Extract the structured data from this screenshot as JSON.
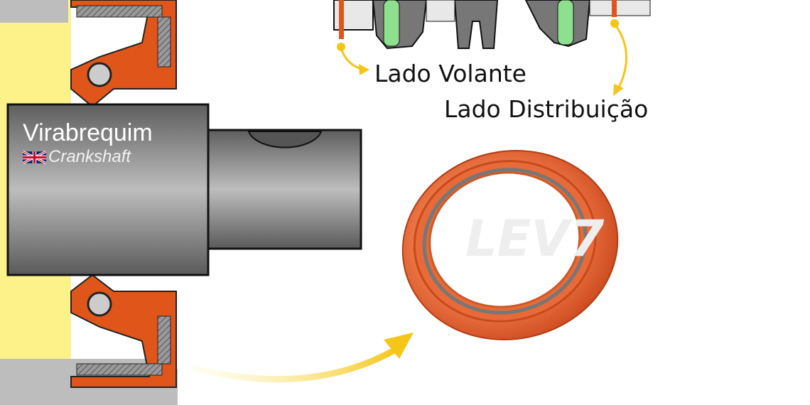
{
  "labels": {
    "crankshaft_pt": "Virabrequim",
    "crankshaft_en": "Crankshaft",
    "flywheel_side": "Lado Volante",
    "timing_side": "Lado Distribuição"
  },
  "watermark": "LEV7",
  "icons": {
    "flag": "uk-flag-icon"
  },
  "colors": {
    "seal": "#e0561a",
    "housing": "#fdf28a",
    "shaft": "#8a8a8a",
    "arrow": "#f5c518",
    "highlight": "#8ee08e"
  }
}
